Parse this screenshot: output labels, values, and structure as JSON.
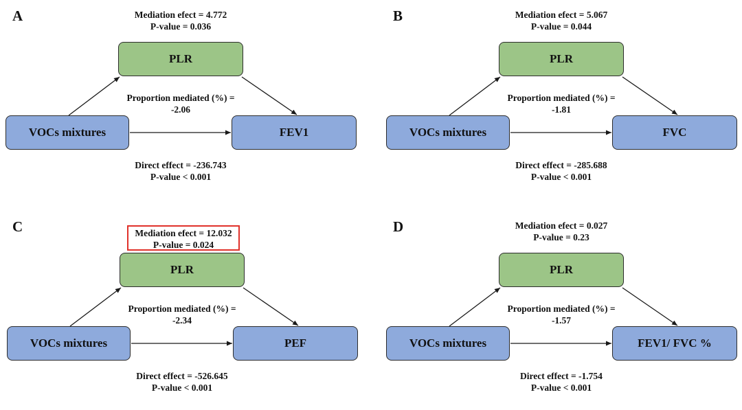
{
  "colors": {
    "mediator_fill": "#9cc587",
    "node_fill": "#8eaadc",
    "highlight_border": "#e0312a",
    "arrow": "#1a1a1a"
  },
  "panels": [
    {
      "label": "A",
      "mediation_effect": "Mediation efect = 4.772",
      "mediation_p": "P-value = 0.036",
      "mediator": "PLR",
      "proportion_label": "Proportion mediated (%) =",
      "proportion_value": "-2.06",
      "exposure": "VOCs mixtures",
      "outcome": "FEV1",
      "direct_effect": "Direct effect = -236.743",
      "direct_p": "P-value < 0.001",
      "highlighted": false
    },
    {
      "label": "B",
      "mediation_effect": "Mediation efect = 5.067",
      "mediation_p": "P-value = 0.044",
      "mediator": "PLR",
      "proportion_label": "Proportion mediated (%) =",
      "proportion_value": "-1.81",
      "exposure": "VOCs mixtures",
      "outcome": "FVC",
      "direct_effect": "Direct effect = -285.688",
      "direct_p": "P-value < 0.001",
      "highlighted": false
    },
    {
      "label": "C",
      "mediation_effect": "Mediation efect = 12.032",
      "mediation_p": "P-value = 0.024",
      "mediator": "PLR",
      "proportion_label": "Proportion mediated (%) =",
      "proportion_value": "-2.34",
      "exposure": "VOCs mixtures",
      "outcome": "PEF",
      "direct_effect": "Direct effect = -526.645",
      "direct_p": "P-value < 0.001",
      "highlighted": true
    },
    {
      "label": "D",
      "mediation_effect": "Mediation efect = 0.027",
      "mediation_p": "P-value = 0.23",
      "mediator": "PLR",
      "proportion_label": "Proportion mediated (%) =",
      "proportion_value": "-1.57",
      "exposure": "VOCs mixtures",
      "outcome": "FEV1/ FVC %",
      "direct_effect": "Direct effect = -1.754",
      "direct_p": "P-value < 0.001",
      "highlighted": false
    }
  ]
}
